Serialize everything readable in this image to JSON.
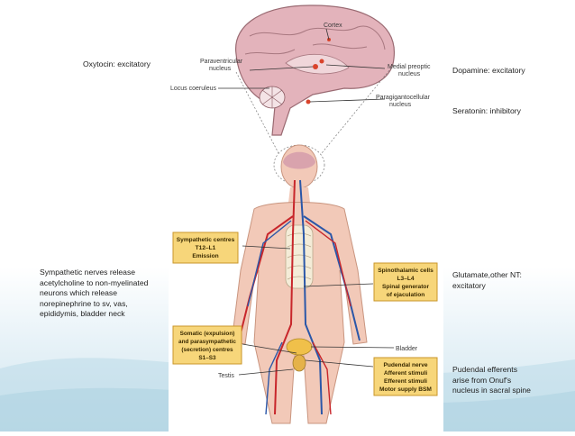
{
  "annotations": {
    "oxytocin": "Oxytocin: excitatory",
    "dopamine": "Dopamine: excitatory",
    "serotonin": "Seratonin: inhibitory",
    "sympathetic": "Sympathetic nerves release acetylcholine to non-myelinated neurons which release norepinephrine to sv, vas, epididymis, bladder neck",
    "glutamate": "Glutamate,other NT: excitatory",
    "pudendal_efferents": "Pudendal efferents arise from Onuf's nucleus in sacral spine"
  },
  "figure": {
    "brain_labels": {
      "cortex": "Cortex",
      "paraventricular_1": "Paraventricular",
      "paraventricular_2": "nucleus",
      "locus": "Locus coeruleus",
      "medial_1": "Medial preoptic",
      "medial_2": "nucleus",
      "paragig_1": "Paragigantocellular",
      "paragig_2": "nucleus"
    },
    "sympathetic_box": {
      "line1": "Sympathetic centres",
      "line2": "T12–L1",
      "line3": "Emission"
    },
    "spinothalamic_box": {
      "line1": "Spinothalamic cells",
      "line2": "L3–L4",
      "line3": "Spinal generator",
      "line4": "of ejaculation"
    },
    "somatic_box": {
      "line1": "Somatic (expulsion)",
      "line2": "and parasympathetic",
      "line3": "(secretion) centres",
      "line4": "S1–S3"
    },
    "pudendal_box": {
      "line1": "Pudendal nerve",
      "line2": "Afferent stimuli",
      "line3": "Efferent stimuli",
      "line4": "Motor supply BSM"
    },
    "bladder": "Bladder",
    "testis": "Testis"
  },
  "colors": {
    "box_fill": "#f7d67a",
    "box_border": "#c9962a",
    "skin": "#f2c9b8",
    "artery": "#c8262b",
    "vein": "#2b57a8",
    "brain": "#d9a3ad"
  }
}
